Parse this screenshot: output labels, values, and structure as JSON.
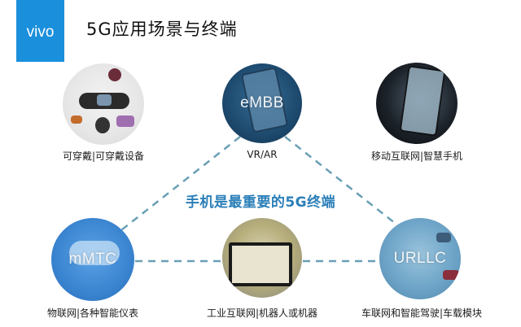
{
  "header": {
    "logo_text": "vivo",
    "logo_color": "#1a8fdc",
    "title": "5G应用场景与终端"
  },
  "center": {
    "text": "手机是最重要的5G终端",
    "color": "#2b7fb8"
  },
  "scenarios": [
    {
      "id": "wearables",
      "badge": "",
      "caption": "可穿戴|可穿戴设备"
    },
    {
      "id": "embb",
      "badge": "eMBB",
      "caption": "VR/AR"
    },
    {
      "id": "mobile",
      "badge": "",
      "caption": "移动互联网|智慧手机"
    },
    {
      "id": "mmtc",
      "badge": "mMTC",
      "caption": "物联网|各种智能仪表"
    },
    {
      "id": "industrial",
      "badge": "",
      "caption": "工业互联网|机器人或机器"
    },
    {
      "id": "urllc",
      "badge": "URLLC",
      "caption": "车联网和智能驾驶|车载模块"
    }
  ],
  "connector_color": "#6a9fb5"
}
